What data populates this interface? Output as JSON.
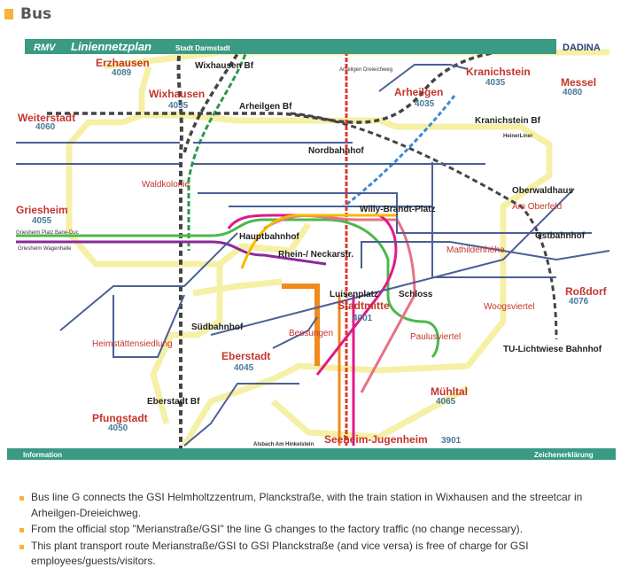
{
  "section": {
    "title": "Bus"
  },
  "map": {
    "title": "Liniennetzplan",
    "subtitle": "Stadt Darmstadt",
    "rmv_logo": "RMV",
    "dadina_logo": "DADINA",
    "footer_left": "Information",
    "footer_right": "Zeichenerklärung",
    "zones": [
      {
        "name": "Erzhausen",
        "code": "4089"
      },
      {
        "name": "Wixhausen",
        "code": "4035"
      },
      {
        "name": "Weiterstadt",
        "code": "4060"
      },
      {
        "name": "Griesheim",
        "code": "4055"
      },
      {
        "name": "Arheilgen",
        "code": "4035"
      },
      {
        "name": "Kranichstein",
        "code": "4035"
      },
      {
        "name": "Messel",
        "code": "4080"
      },
      {
        "name": "Stadtmitte",
        "code": "4001"
      },
      {
        "name": "Eberstadt",
        "code": "4045"
      },
      {
        "name": "Pfungstadt",
        "code": "4050"
      },
      {
        "name": "Mühltal",
        "code": "4065"
      },
      {
        "name": "Roßdorf",
        "code": "4076"
      },
      {
        "name": "Seeheim-Jugenheim",
        "code": "3901"
      }
    ],
    "quarters": [
      "Waldkolonie",
      "Heimstättensiedlung",
      "Bessungen",
      "Paulusviertel",
      "Woogsviertel",
      "Am Oberfeld",
      "Mathildenhöhe"
    ],
    "stations": [
      "Wixhausen Bf",
      "Arheilgen Bf",
      "Kranichstein Bf",
      "Nordbahnhof",
      "Willy-Brandt-Platz",
      "Hauptbahnhof",
      "Rhein-/ Neckarstr.",
      "Luisenplatz",
      "Schloss",
      "Südbahnhof",
      "Eberstadt Bf",
      "Ostbahnhof",
      "TU-Lichtwiese Bahnhof",
      "Oberwaldhaus",
      "Griesheim Platz Barie-Duc",
      "Griesheim Wagenhalle",
      "Arheilgen Dreieichweg",
      "Alsbach Am Hinkelstein",
      "HeinerLiner"
    ],
    "colors": {
      "header": "#3a9a83",
      "zone_border": "#f5f0a6",
      "bus": "#4a5f96",
      "tram_red": "#e03a2e",
      "tram_orange": "#f08a1c",
      "tram_green": "#4cb848",
      "tram_magenta": "#e0198a",
      "tram_yellow": "#f5b800",
      "sbahn": "#444444",
      "dist_red": "#c4352d"
    }
  },
  "bullets": [
    "Bus line G connects the GSI Helmholtzzentrum, Planckstraße, with the train station in Wixhausen and the streetcar in Arheilgen-Dreieichweg.",
    "From the official stop \"Merianstraße/GSI\" the line G changes to the factory traffic (no change necessary).",
    "This plant transport route Merianstraße/GSI to GSI Planckstraße (and vice versa) is free of charge for GSI employees/guests/visitors."
  ]
}
